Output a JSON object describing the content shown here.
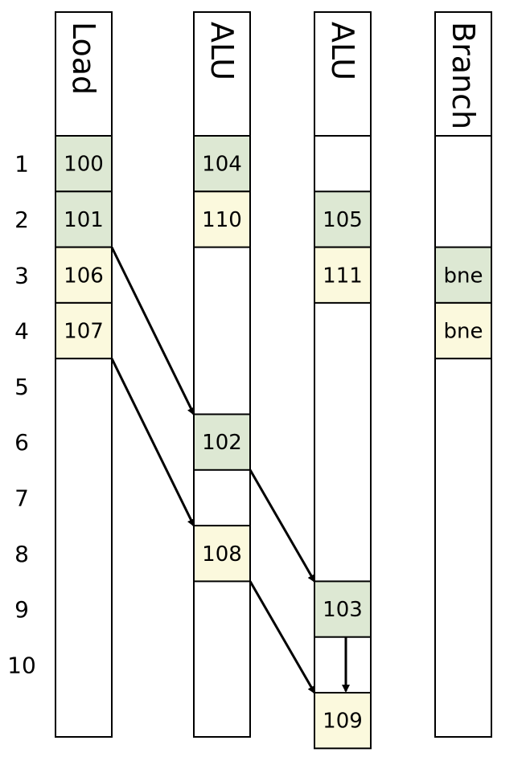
{
  "colors": {
    "green": "#dde8d3",
    "yellow": "#fbf9dd",
    "border": "#000000"
  },
  "row_labels": [
    "1",
    "2",
    "3",
    "4",
    "5",
    "6",
    "7",
    "8",
    "9",
    "10"
  ],
  "columns": [
    {
      "header": "Load",
      "cells": [
        {
          "label": "100",
          "row": 1,
          "color": "green"
        },
        {
          "label": "101",
          "row": 2,
          "color": "green"
        },
        {
          "label": "106",
          "row": 3,
          "color": "yellow"
        },
        {
          "label": "107",
          "row": 4,
          "color": "yellow"
        }
      ]
    },
    {
      "header": "ALU",
      "cells": [
        {
          "label": "104",
          "row": 1,
          "color": "green"
        },
        {
          "label": "110",
          "row": 2,
          "color": "yellow"
        },
        {
          "label": "102",
          "row": 6,
          "color": "green"
        },
        {
          "label": "108",
          "row": 8,
          "color": "yellow"
        }
      ]
    },
    {
      "header": "ALU",
      "cells": [
        {
          "label": "105",
          "row": 2,
          "color": "green"
        },
        {
          "label": "111",
          "row": 3,
          "color": "yellow"
        },
        {
          "label": "103",
          "row": 9,
          "color": "green"
        },
        {
          "label": "109",
          "row": 11,
          "color": "yellow"
        }
      ]
    },
    {
      "header": "Branch",
      "cells": [
        {
          "label": "bne",
          "row": 3,
          "color": "green"
        },
        {
          "label": "bne",
          "row": 4,
          "color": "yellow"
        }
      ]
    }
  ],
  "dependencies": [
    {
      "from": "101",
      "to": "102"
    },
    {
      "from": "107",
      "to": "108"
    },
    {
      "from": "102",
      "to": "103"
    },
    {
      "from": "108",
      "to": "109"
    },
    {
      "from": "103",
      "to": "109"
    }
  ]
}
